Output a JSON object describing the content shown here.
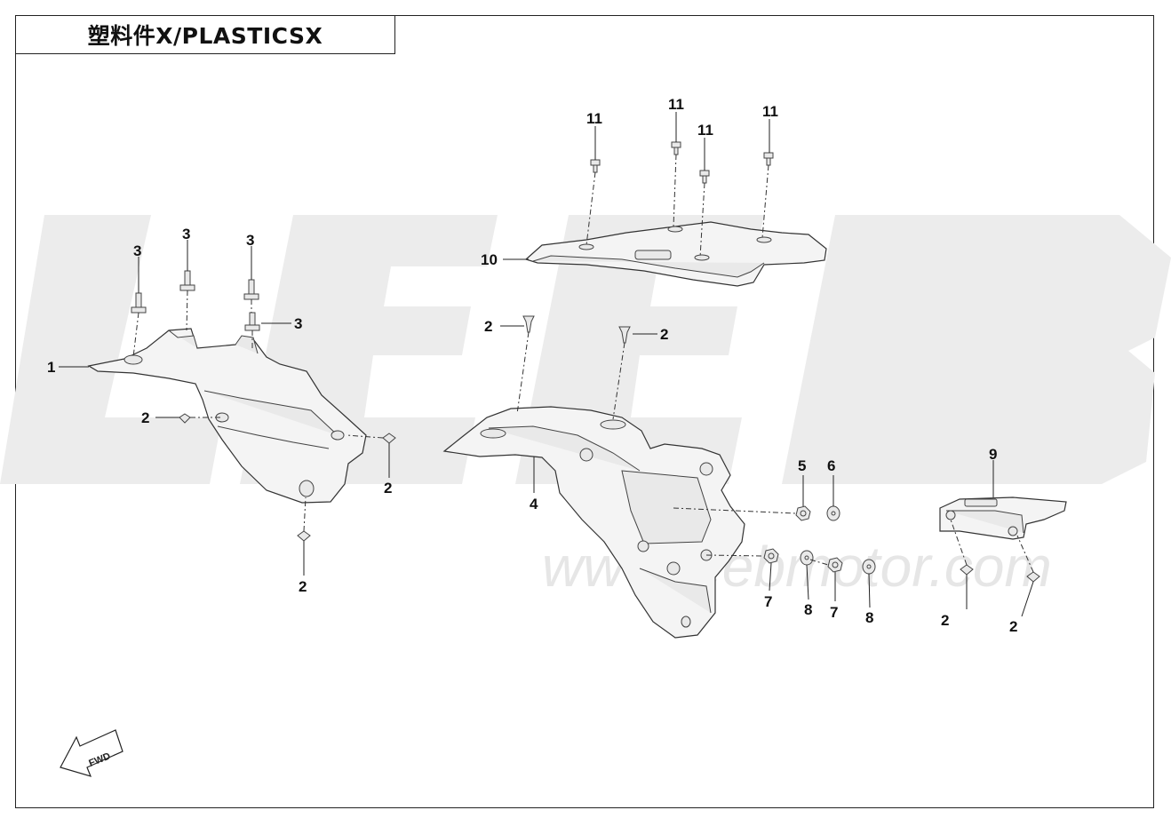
{
  "header": {
    "title": "塑料件Ⅹ/PLASTICSⅩ"
  },
  "watermark": {
    "logo_text": "LEEB",
    "url_text": "www.leebmotor.com"
  },
  "fwd_arrow": {
    "label": "FWD"
  },
  "callouts": {
    "c1": "1",
    "c2a": "2",
    "c2b": "2",
    "c2c": "2",
    "c2d": "2",
    "c2e": "2",
    "c2f": "2",
    "c2g": "2",
    "c3a": "3",
    "c3b": "3",
    "c3c": "3",
    "c3d": "3",
    "c4": "4",
    "c5": "5",
    "c6": "6",
    "c7a": "7",
    "c7b": "7",
    "c8a": "8",
    "c8b": "8",
    "c9": "9",
    "c10": "10",
    "c11a": "11",
    "c11b": "11",
    "c11c": "11",
    "c11d": "11"
  },
  "colors": {
    "line": "#222222",
    "part_fill": "#f4f4f4",
    "watermark": "#ececec"
  }
}
